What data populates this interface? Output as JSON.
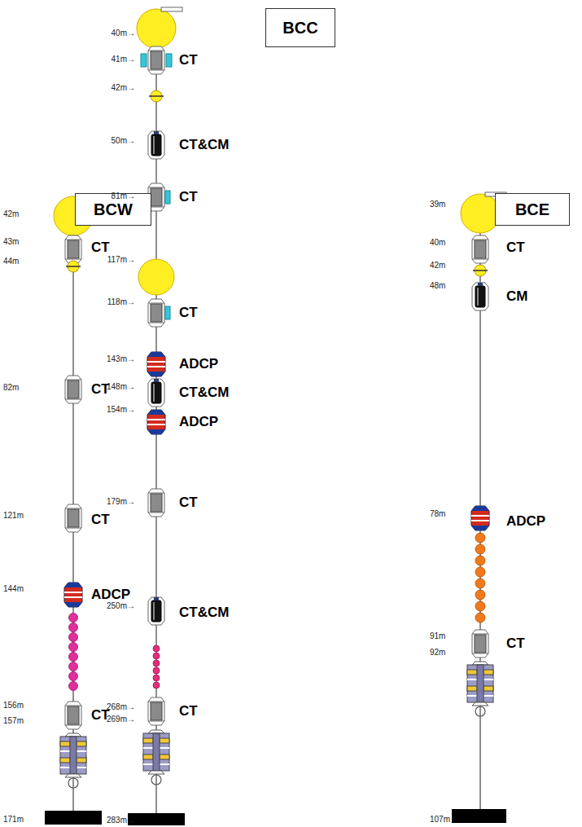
{
  "diagram": {
    "nodes": [
      {
        "text": [
          "BCW"
        ]
      },
      {
        "text": [
          "BCC"
        ]
      },
      {
        "text": [
          "BCE"
        ]
      }
    ],
    "labels": [
      "42m",
      "43m",
      "CT",
      "44m",
      "82m",
      "CT",
      "121m",
      "CT",
      "144m",
      "ADCP",
      "156m",
      "CT",
      "157m",
      "171m",
      "40m→",
      "41m→",
      "CT",
      "42m→",
      "50m→",
      "CT&CM",
      "81m→",
      "CT",
      "117m→",
      "118m→",
      "CT",
      "143m→",
      "ADCP",
      "148m→",
      "CT&CM",
      "154m→",
      "ADCP",
      "179m→",
      "CT",
      "250m→",
      "CT&CM",
      "268m→",
      "CT",
      "269m→",
      "283m→",
      "39m",
      "40m",
      "CT",
      "42m",
      "48m",
      "CM",
      "78m",
      "ADCP",
      "91m",
      "CT",
      "92m",
      "107m"
    ]
  }
}
